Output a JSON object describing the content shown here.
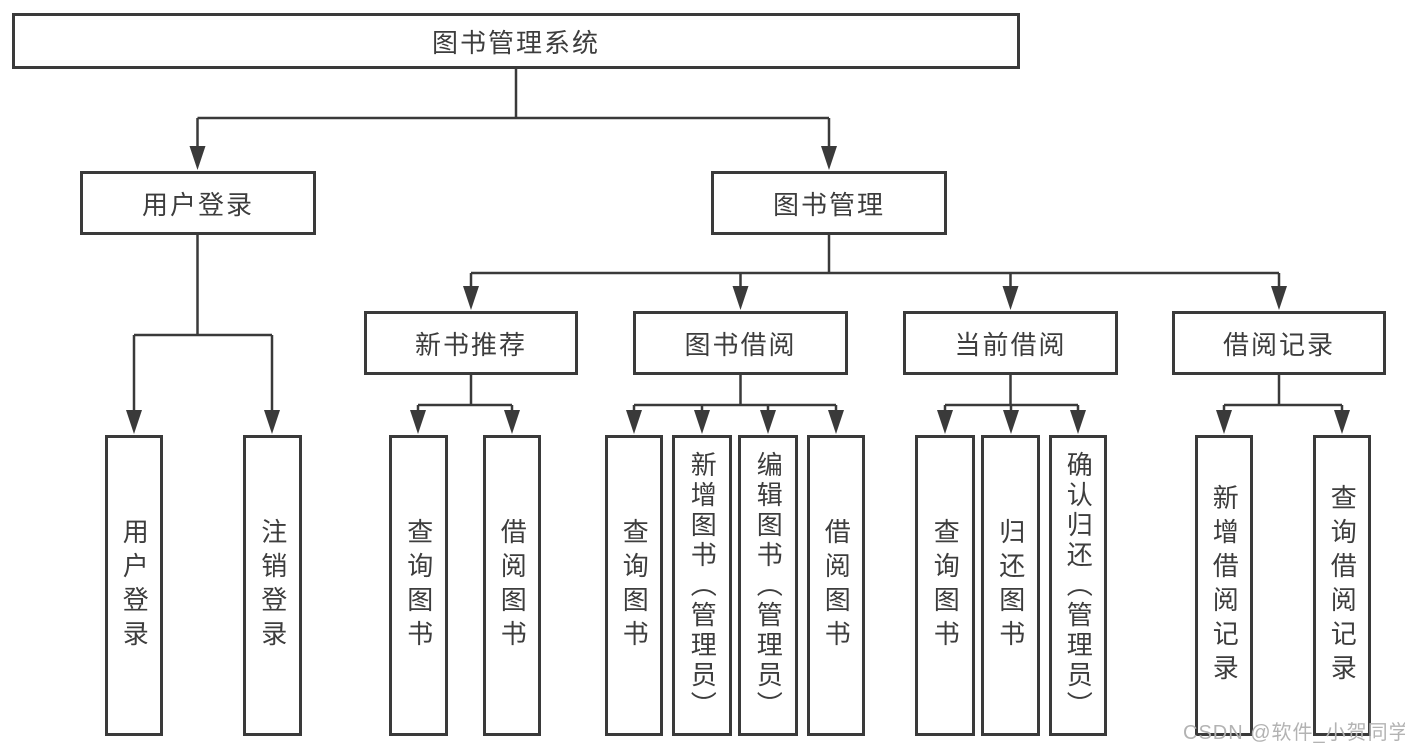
{
  "diagram": {
    "tree": {
      "label": "图书管理系统",
      "children": [
        {
          "label": "用户登录",
          "children": [
            {
              "label": "用户登录"
            },
            {
              "label": "注销登录"
            }
          ]
        },
        {
          "label": "图书管理",
          "children": [
            {
              "label": "新书推荐",
              "children": [
                {
                  "label": "查询图书"
                },
                {
                  "label": "借阅图书"
                }
              ]
            },
            {
              "label": "图书借阅",
              "children": [
                {
                  "label": "查询图书"
                },
                {
                  "label": "新增图书（管理员）"
                },
                {
                  "label": "编辑图书（管理员）"
                },
                {
                  "label": "借阅图书"
                }
              ]
            },
            {
              "label": "当前借阅",
              "children": [
                {
                  "label": "查询图书"
                },
                {
                  "label": "归还图书"
                },
                {
                  "label": "确认归还（管理员）"
                }
              ]
            },
            {
              "label": "借阅记录",
              "children": [
                {
                  "label": "新增借阅记录"
                },
                {
                  "label": "查询借阅记录"
                }
              ]
            }
          ]
        }
      ]
    },
    "line_color": "#3a3a3a",
    "watermark": "CSDN @软件_小贺同学"
  }
}
